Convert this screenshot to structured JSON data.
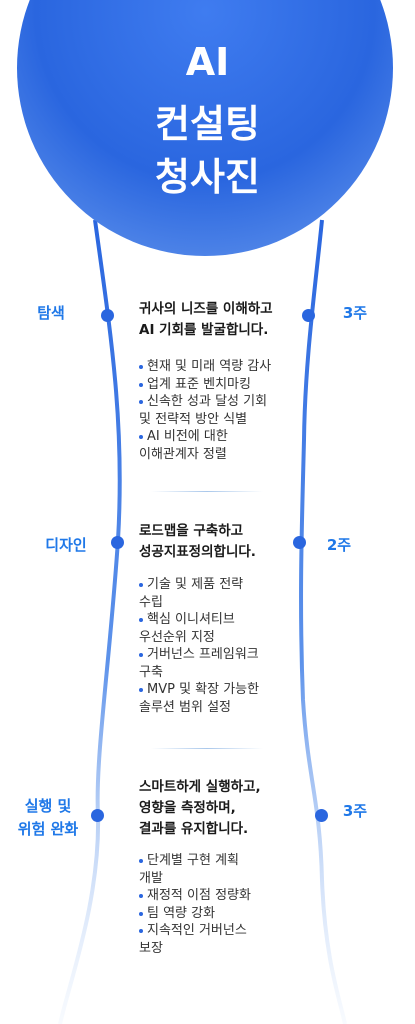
{
  "hero": {
    "line1": "AI",
    "line2": "컨설팅",
    "line3": "청사진"
  },
  "phases": [
    {
      "label_lines": [
        "탐색"
      ],
      "duration": "3주",
      "heading_lines": [
        "귀사의 니즈를 이해하고",
        "AI 기회를 발굴합니다."
      ],
      "bullets": [
        [
          "현재 및 미래 역량 감사"
        ],
        [
          "업계 표준 벤치마킹"
        ],
        [
          "신속한 성과 달성 기회",
          "및 전략적 방안 식별"
        ],
        [
          "AI 비전에 대한",
          "이해관계자 정렬"
        ]
      ]
    },
    {
      "label_lines": [
        "디자인"
      ],
      "duration": "2주",
      "heading_lines": [
        "로드맵을 구축하고",
        "성공지표정의합니다."
      ],
      "bullets": [
        [
          "기술 및 제품 전략",
          "수립"
        ],
        [
          "핵심 이니셔티브",
          "우선순위 지정"
        ],
        [
          "거버넌스 프레임워크",
          "구축"
        ],
        [
          "MVP 및 확장 가능한",
          "솔루션 범위 설정"
        ]
      ]
    },
    {
      "label_lines": [
        "실행 및",
        "위험 완화"
      ],
      "duration": "3주",
      "heading_lines": [
        "스마트하게 실행하고,",
        "영향을 측정하며,",
        "결과를 유지합니다."
      ],
      "bullets": [
        [
          "단계별 구현 계획",
          "개발"
        ],
        [
          "재정적 이점 정량화"
        ],
        [
          "팀 역량 강화"
        ],
        [
          "지속적인 거버넌스",
          "보장"
        ]
      ]
    }
  ],
  "colors": {
    "primary": "#2a66df",
    "accent_text": "#1f78e8",
    "divider": "#aac8eb"
  }
}
